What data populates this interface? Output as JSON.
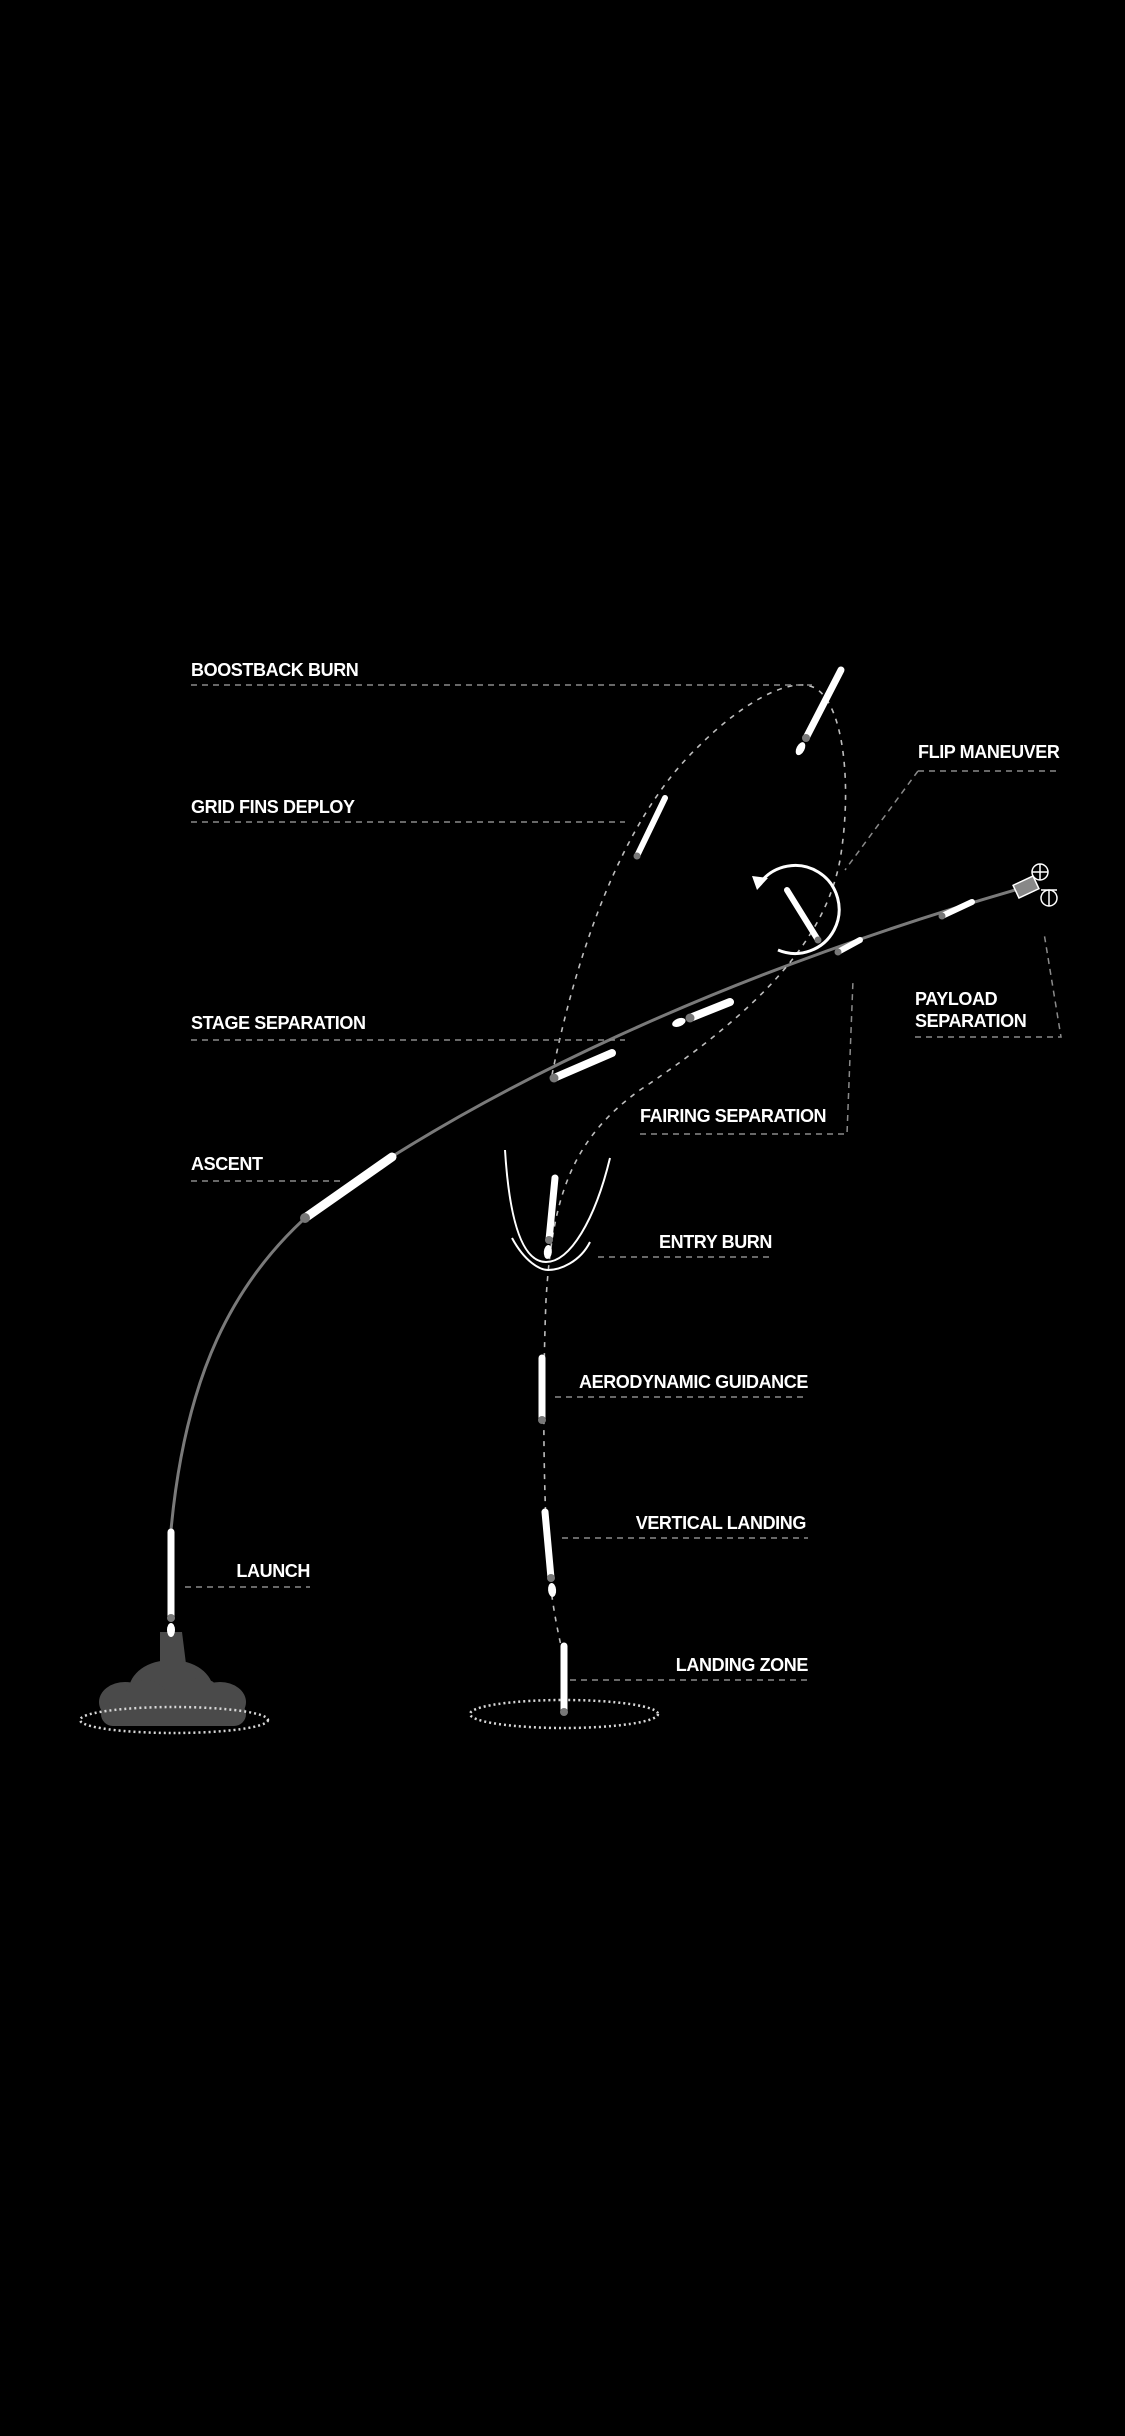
{
  "diagram": {
    "labels": {
      "boostback_burn": "BOOSTBACK BURN",
      "grid_fins_deploy": "GRID FINS DEPLOY",
      "flip_maneuver": "FLIP MANEUVER",
      "payload_separation_line1": "PAYLOAD",
      "payload_separation_line2": "SEPARATION",
      "stage_separation": "STAGE SEPARATION",
      "fairing_separation": "FAIRING SEPARATION",
      "ascent": "ASCENT",
      "entry_burn": "ENTRY BURN",
      "aerodynamic_guidance": "AERODYNAMIC GUIDANCE",
      "vertical_landing": "VERTICAL LANDING",
      "launch": "LAUNCH",
      "landing_zone": "LANDING ZONE"
    },
    "colors": {
      "background": "#000000",
      "foreground": "#ffffff",
      "ascent_path": "#7a7a7a",
      "exhaust_cloud": "#4a4a4a"
    }
  }
}
